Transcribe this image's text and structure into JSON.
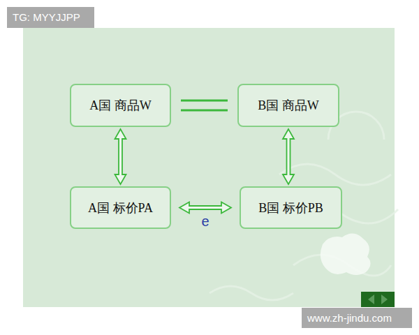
{
  "diagram": {
    "nodes": [
      {
        "text": [
          "A国 商品W"
        ]
      },
      {
        "text": [
          "B国 商品W"
        ]
      },
      {
        "text": [
          "A国 标价PA"
        ]
      },
      {
        "text": [
          "B国 标价PB"
        ]
      }
    ],
    "edges": [
      {
        "from": 0,
        "to": 1,
        "arrow": "none"
      },
      {
        "from": 0,
        "to": 2,
        "arrow": "both"
      },
      {
        "from": 1,
        "to": 3,
        "arrow": "both"
      },
      {
        "from": 2,
        "to": 3,
        "label": "e",
        "arrow": "both"
      }
    ],
    "labels": [
      "TG: MYYJJPP",
      "www.zh-jindu.com"
    ]
  }
}
